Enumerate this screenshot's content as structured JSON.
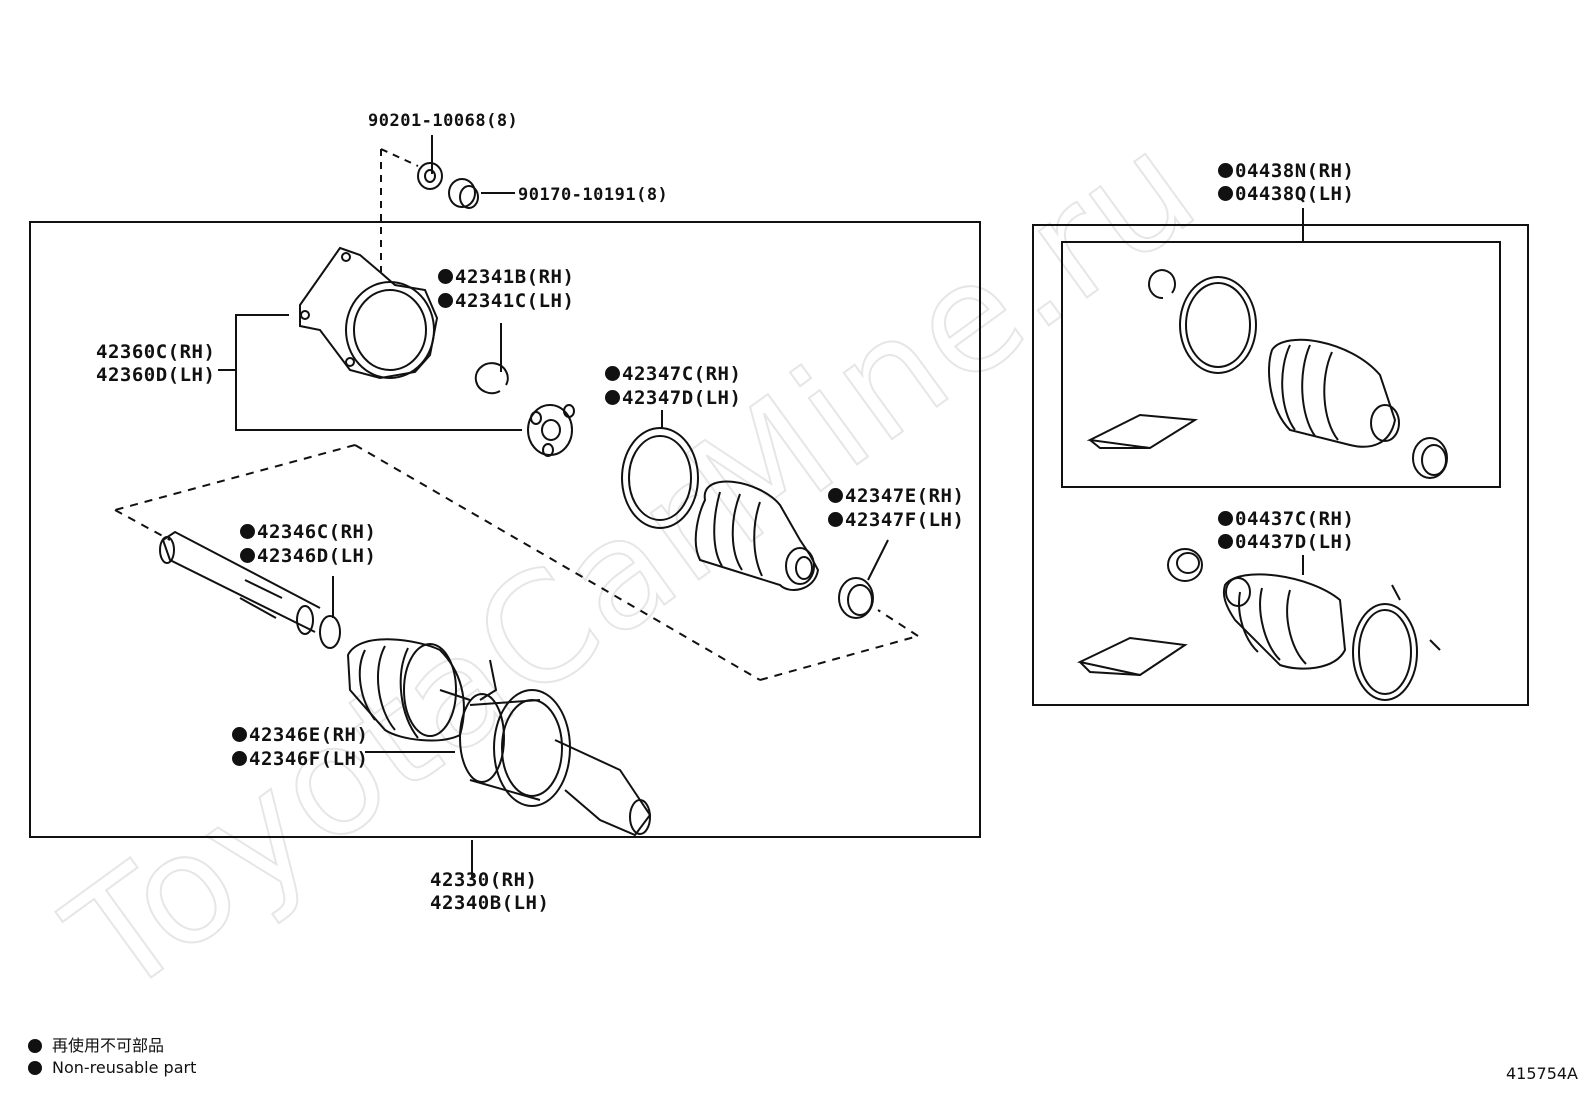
{
  "watermark": "ToyotaCarMine.ru",
  "labels": {
    "p90201": "90201-10068(8)",
    "p90170": "90170-10191(8)",
    "p42341_rh": "42341B(RH)",
    "p42341_lh": "42341C(LH)",
    "p42360_rh": "42360C(RH)",
    "p42360_lh": "42360D(LH)",
    "p42347cd_rh": "42347C(RH)",
    "p42347cd_lh": "42347D(LH)",
    "p42347ef_rh": "42347E(RH)",
    "p42347ef_lh": "42347F(LH)",
    "p42346cd_rh": "42346C(RH)",
    "p42346cd_lh": "42346D(LH)",
    "p42346ef_rh": "42346E(RH)",
    "p42346ef_lh": "42346F(LH)",
    "p42330_rh": "42330(RH)",
    "p42340_lh": "42340B(LH)",
    "p04438_rh": "04438N(RH)",
    "p04438_lh": "04438Q(LH)",
    "p04437_rh": "04437C(RH)",
    "p04437_lh": "04437D(LH)"
  },
  "legend": {
    "line1": "再使用不可部品",
    "line2": "Non-reusable part"
  },
  "figure_code": "415754A"
}
